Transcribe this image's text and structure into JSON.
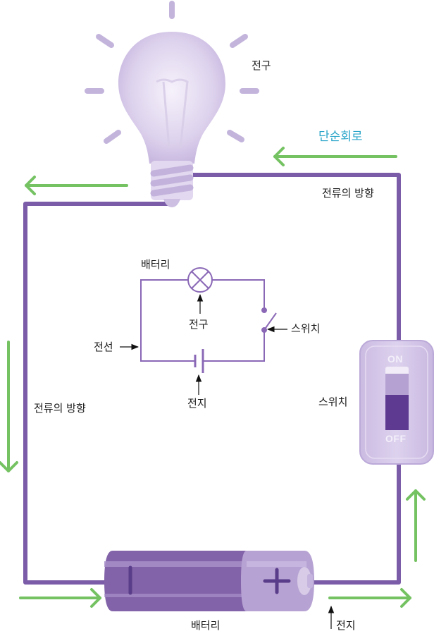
{
  "title": "단순회로",
  "labels": {
    "bulb": "전구",
    "current_direction_top": "전류의 방향",
    "current_direction_left": "전류의 방향",
    "switch": "스위치",
    "battery": "배터리",
    "cell": "전지"
  },
  "schematic": {
    "battery_label": "배터리",
    "bulb_label": "전구",
    "switch_label": "스위치",
    "wire_label": "전선",
    "cell_label": "전지"
  },
  "switch_device": {
    "on_label": "ON",
    "off_label": "OFF",
    "state": "OFF"
  },
  "battery_device": {
    "negative_symbol": "−",
    "positive_symbol": "+"
  },
  "colors": {
    "wire": "#7b5ca8",
    "arrow": "#74c262",
    "title": "#2aa5c9",
    "bulb": "#d8cdea",
    "ray": "#c3b4dc",
    "schematic": "#8a68b6",
    "battery_dark": "#8262a8",
    "battery_light": "#b7a3d3",
    "switch_body": "#d3c6e6",
    "switch_toggle_dark": "#5e3b91"
  }
}
